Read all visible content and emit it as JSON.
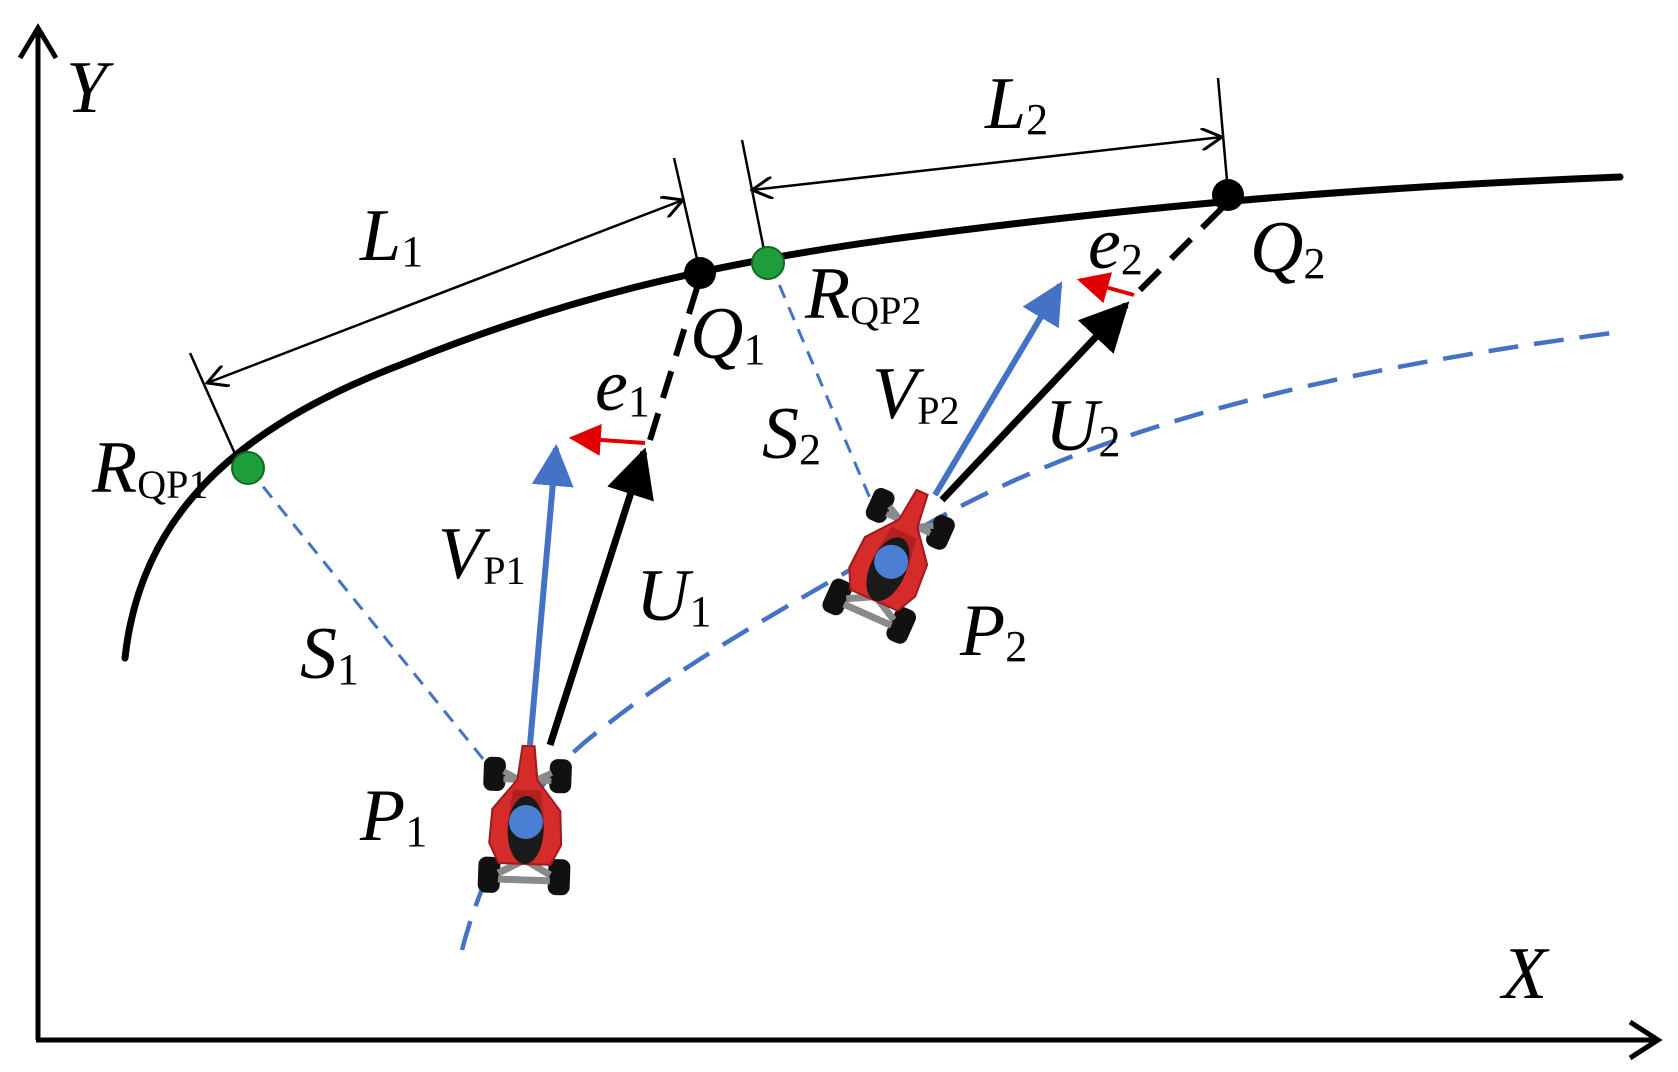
{
  "axes": {
    "x_label": "X",
    "y_label": "Y"
  },
  "points": {
    "R_QP1": {
      "main": "R",
      "sub": "QP1"
    },
    "R_QP2": {
      "main": "R",
      "sub": "QP2"
    },
    "Q1": {
      "main": "Q",
      "sub": "1"
    },
    "Q2": {
      "main": "Q",
      "sub": "2"
    },
    "P1": {
      "main": "P",
      "sub": "1"
    },
    "P2": {
      "main": "P",
      "sub": "2"
    }
  },
  "vectors": {
    "V_P1": {
      "main": "V",
      "sub": "P1"
    },
    "V_P2": {
      "main": "V",
      "sub": "P2"
    },
    "U1": {
      "main": "U",
      "sub": "1"
    },
    "U2": {
      "main": "U",
      "sub": "2"
    },
    "e1": {
      "main": "e",
      "sub": "1"
    },
    "e2": {
      "main": "e",
      "sub": "2"
    }
  },
  "distances": {
    "L1": {
      "main": "L",
      "sub": "1"
    },
    "L2": {
      "main": "L",
      "sub": "2"
    },
    "S1": {
      "main": "S",
      "sub": "1"
    },
    "S2": {
      "main": "S",
      "sub": "2"
    }
  },
  "colors": {
    "path": "#000000",
    "trajectory": "#4472C4",
    "velocity": "#4472C4",
    "control": "#000000",
    "error": "#E00000",
    "reference_point": "#1E9E3A",
    "lookahead_point": "#000000",
    "vehicle_body": "#D62B2B",
    "vehicle_center": "#4A7FD4"
  },
  "icons": {
    "vehicle": "race-car-icon"
  }
}
